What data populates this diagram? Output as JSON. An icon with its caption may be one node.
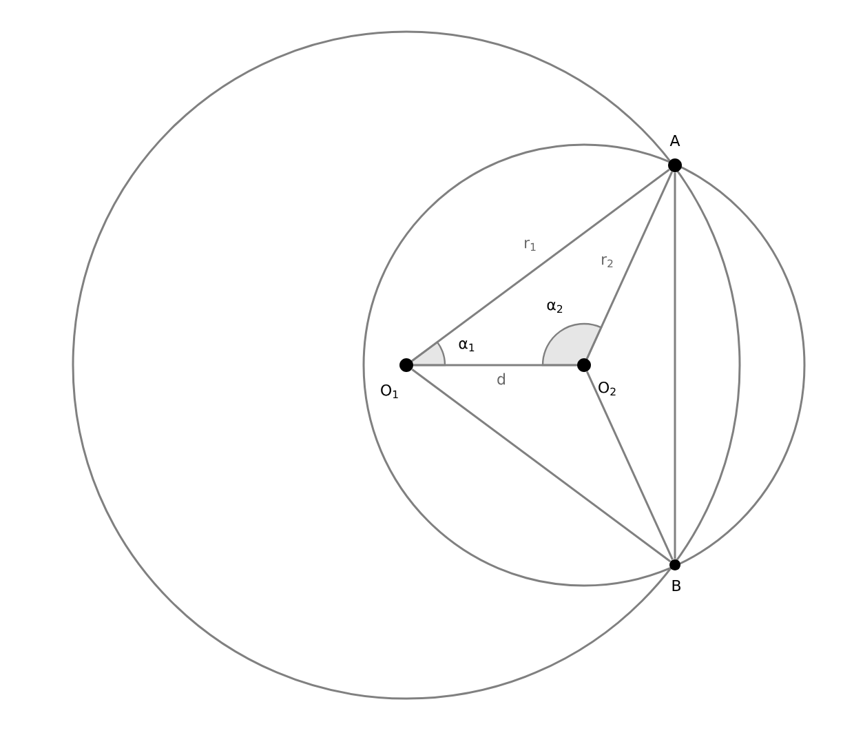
{
  "diagram": {
    "nodes": [
      {
        "text": [
          "O$_{1}$"
        ]
      },
      {
        "text": [
          "O$_{2}$"
        ]
      },
      {
        "text": [
          "A"
        ]
      },
      {
        "text": [
          "B"
        ]
      }
    ],
    "edges": [
      {
        "from": 0,
        "to": 2,
        "arrow": "none",
        "label": "r$_{1}$"
      },
      {
        "from": 1,
        "to": 2,
        "arrow": "none",
        "label": "r$_{2}$"
      },
      {
        "from": 0,
        "to": 1,
        "arrow": "none",
        "label": "d"
      },
      {
        "from": 0,
        "to": 3,
        "arrow": "none"
      },
      {
        "from": 1,
        "to": 3,
        "arrow": "none"
      },
      {
        "from": 2,
        "to": 3,
        "arrow": "none"
      }
    ],
    "labels": [
      "α$_{1}$",
      "α$_{2}$"
    ]
  }
}
